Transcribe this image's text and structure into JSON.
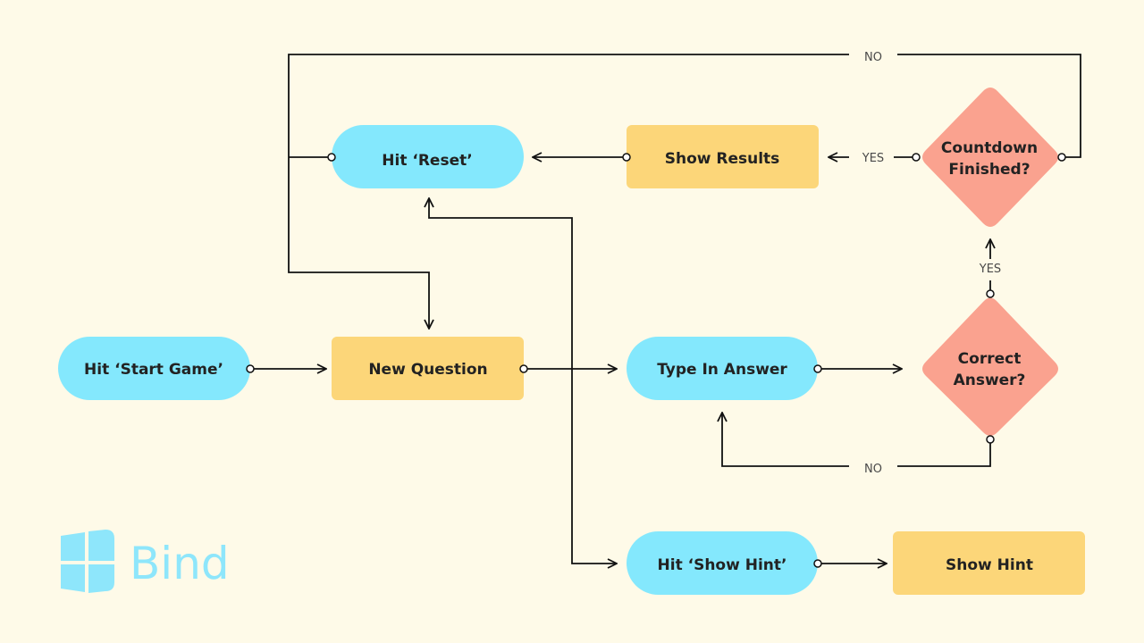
{
  "colors": {
    "background": "#fefae8",
    "event_node": "#84e8fd",
    "process_node": "#fcd679",
    "decision_node": "#faa28f",
    "line": "#111111",
    "brand": "#8ee6fb"
  },
  "nodes": {
    "start_game": "Hit ‘Start Game’",
    "new_question": "New Question",
    "type_answer": "Type In Answer",
    "correct_answer": [
      "Correct",
      "Answer?"
    ],
    "countdown_finished": [
      "Countdown",
      "Finished?"
    ],
    "show_results": "Show Results",
    "reset": "Hit ‘Reset’",
    "show_hint_event": "Hit ‘Show Hint’",
    "show_hint": "Show Hint"
  },
  "edge_labels": {
    "countdown_no": "NO",
    "countdown_yes": "YES",
    "correct_yes": "YES",
    "correct_no": "NO"
  },
  "brand": {
    "name": "Bind",
    "icon": "windows-logo-icon"
  }
}
